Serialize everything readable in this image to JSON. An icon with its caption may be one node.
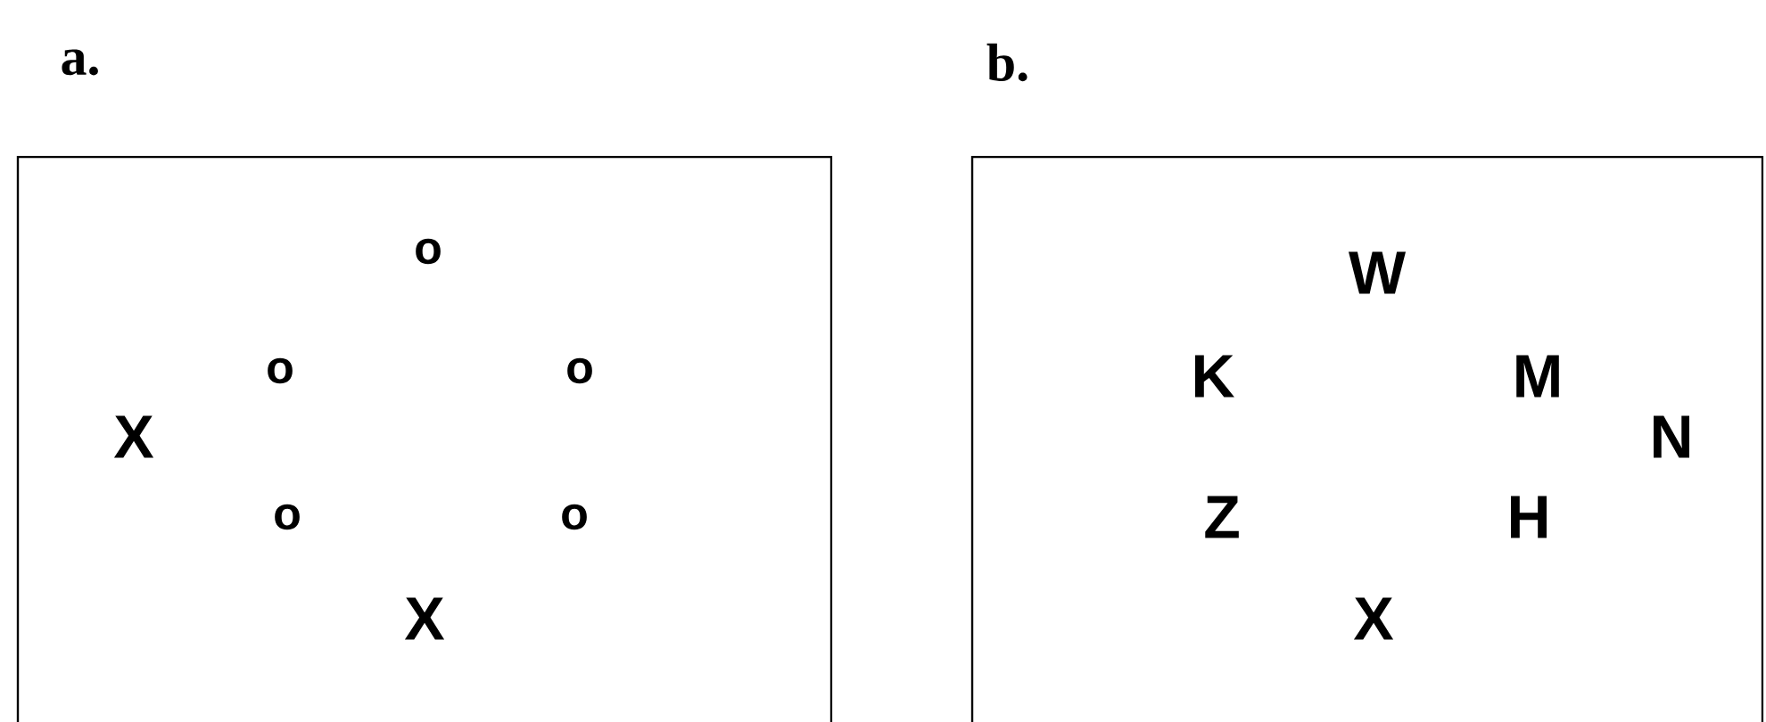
{
  "diagram": {
    "nodes": [
      {
        "text": [
          "a."
        ]
      },
      {
        "text": [
          "b."
        ]
      }
    ],
    "labels": [
      "o",
      "o",
      "o",
      "X",
      "o",
      "o",
      "X",
      "W",
      "K",
      "M",
      "N",
      "Z",
      "H",
      "X"
    ]
  }
}
